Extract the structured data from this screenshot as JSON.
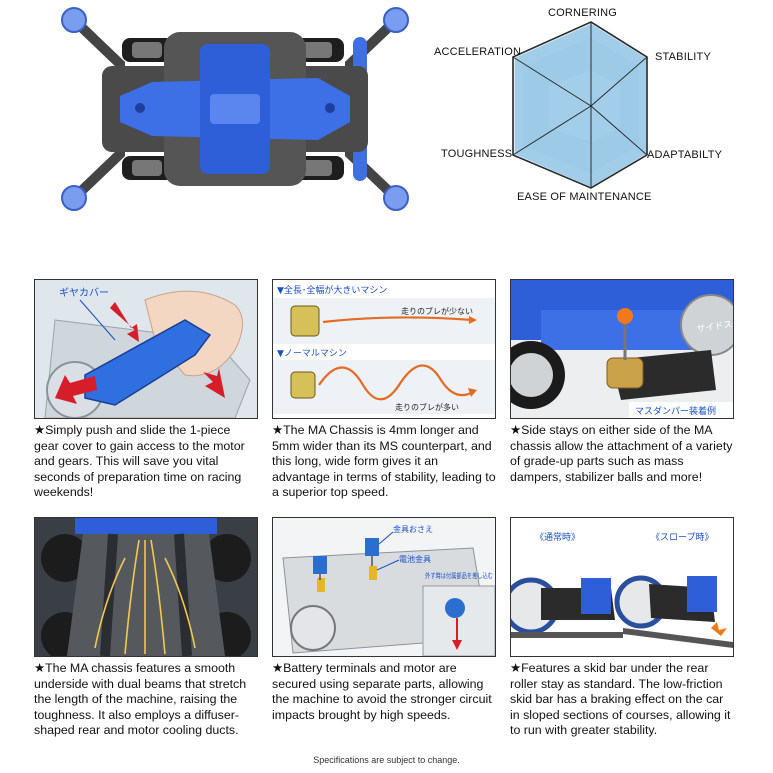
{
  "radar": {
    "labels": {
      "cornering": "CORNERING",
      "stability": "STABILITY",
      "adaptability": "ADAPTABILTY",
      "maintenance": "EASE OF MAINTENANCE",
      "toughness": "TOUGHNESS",
      "acceleration": "ACCELERATION"
    },
    "colors": {
      "fill": "#8fc3e4",
      "stroke": "#2a2a2a"
    }
  },
  "features": [
    {
      "caption": "★Simply push and slide the 1-piece gear cover to gain access to the motor and gears. This will save you vital seconds of preparation time on racing weekends!",
      "callout": "ギヤカバー"
    },
    {
      "caption": "★The MA Chassis is 4mm longer and 5mm wider than its MS counterpart, and this long, wide form gives it an advantage in terms of stability, leading to a superior top speed.",
      "top_heading": "▼全長･全幅が大きいマシン",
      "top_note": "走りのブレが少ない",
      "bottom_heading": "▼ノーマルマシン",
      "bottom_note": "走りのブレが多い"
    },
    {
      "caption": "★Side stays on either side of the MA chassis allow the attachment of a variety of grade-up parts such as mass dampers, stabilizer balls and more!",
      "callout": "サイドステー",
      "badge": "マスダンパー装着例"
    },
    {
      "caption": "★The MA chassis features a smooth underside with dual beams that stretch the length of the machine, raising the toughness. It also employs a diffuser-shaped rear and motor cooling ducts."
    },
    {
      "caption": "★Battery terminals and motor are secured using separate parts, allowing the machine to avoid the stronger circuit impacts brought by high speeds.",
      "label_a": "金具おさえ",
      "label_b": "電池金具",
      "note": "外す時は付属部品を差し込む"
    },
    {
      "caption": "★Features a skid bar under the rear roller stay as standard. The low-friction skid bar has a braking effect on the car in sloped sections of courses, allowing it to run with greater stability.",
      "label_left": "《通常時》",
      "label_right": "《スロープ時》"
    }
  ],
  "footer": "Specifications are subject to change."
}
